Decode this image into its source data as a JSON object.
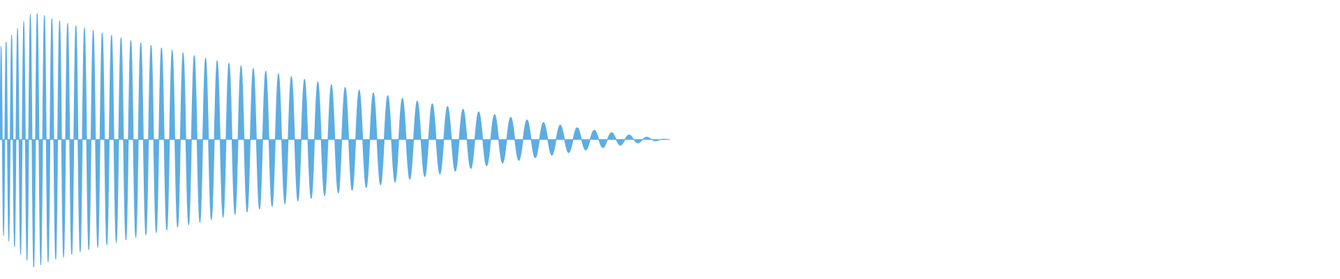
{
  "waveform": {
    "color": "#5DADE2",
    "background": "#ffffff",
    "shape": "decaying-sine",
    "peak_amplitude_fraction": 0.92,
    "active_extent_fraction": 0.5,
    "decay_profile": "linear-with-soft-tail",
    "initial_cycles_dense": true
  }
}
